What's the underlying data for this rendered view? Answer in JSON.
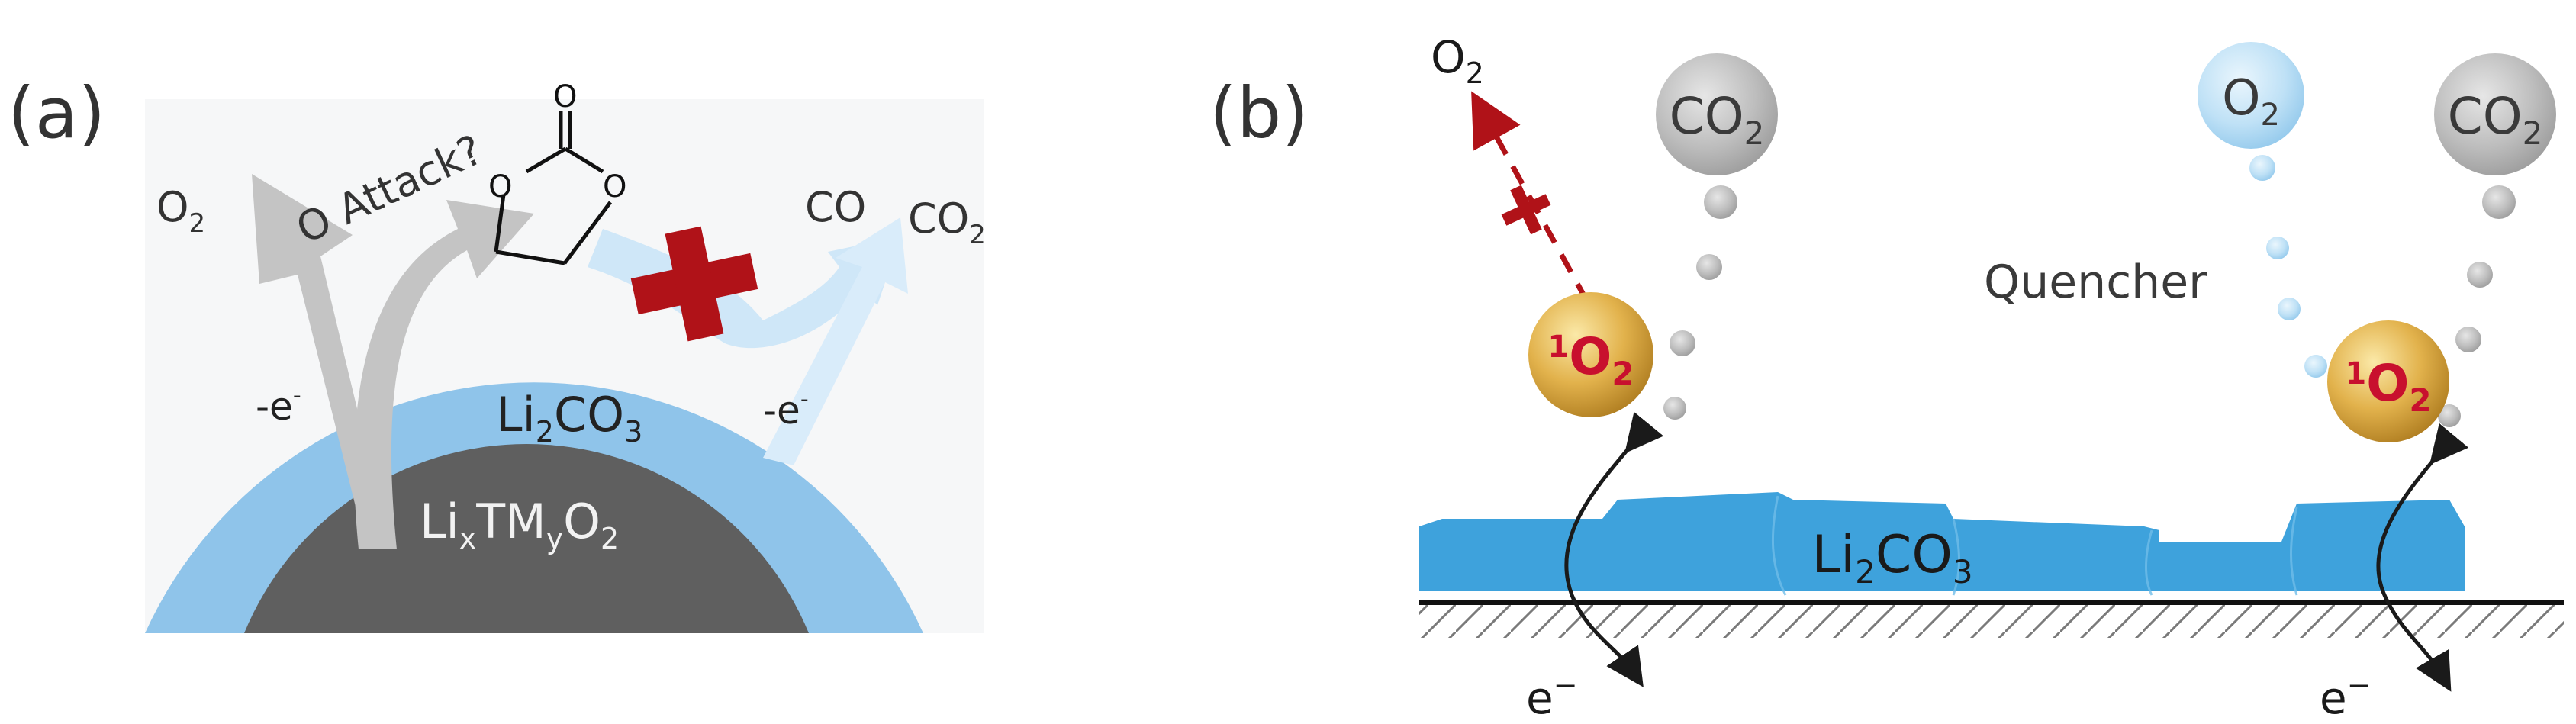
{
  "panel_a": {
    "label": "(a)",
    "o2_main": "O",
    "o2_sub": "2",
    "attack_label": "O Attack?",
    "minus_e_left": "-e",
    "minus_e_left_sup": "-",
    "co_label": "CO",
    "co2_main": "CO",
    "co2_sub": "2",
    "minus_e_right": "-e",
    "minus_e_right_sup": "-",
    "shell_main": "Li",
    "shell_sub1": "2",
    "shell_mid": "CO",
    "shell_sub2": "3",
    "core_li": "Li",
    "core_x": "x",
    "core_tm": "TM",
    "core_y": "y",
    "core_o": "O",
    "core_2": "2",
    "ring_o1": "O",
    "ring_o2": "O",
    "ring_o3": "O"
  },
  "panel_b": {
    "label": "(b)",
    "o2_main": "O",
    "o2_sub": "2",
    "co2_left_main": "CO",
    "co2_left_sub": "2",
    "o2_bubble_main": "O",
    "o2_bubble_sub": "2",
    "co2_right_main": "CO",
    "co2_right_sub": "2",
    "quencher_label": "Quencher",
    "singlet_left_sup": "1",
    "singlet_left_main": "O",
    "singlet_left_sub": "2",
    "singlet_right_sup": "1",
    "singlet_right_main": "O",
    "singlet_right_sub": "2",
    "layer_main": "Li",
    "layer_sub1": "2",
    "layer_mid": "CO",
    "layer_sub2": "3",
    "electron_left_main": "e",
    "electron_left_sup": "−",
    "electron_right_main": "e",
    "electron_right_sup": "−"
  },
  "colors": {
    "shell_blue": "#8fc4ea",
    "core_gray": "#5f5f5f",
    "arrow_gray": "#c4c4c4",
    "arrow_light_blue": "#cfe7f8",
    "cross_red": "#b01218",
    "layer_blue": "#3ea2dc",
    "singlet_gold": "#e0b14a",
    "singlet_text": "#c8102e"
  }
}
